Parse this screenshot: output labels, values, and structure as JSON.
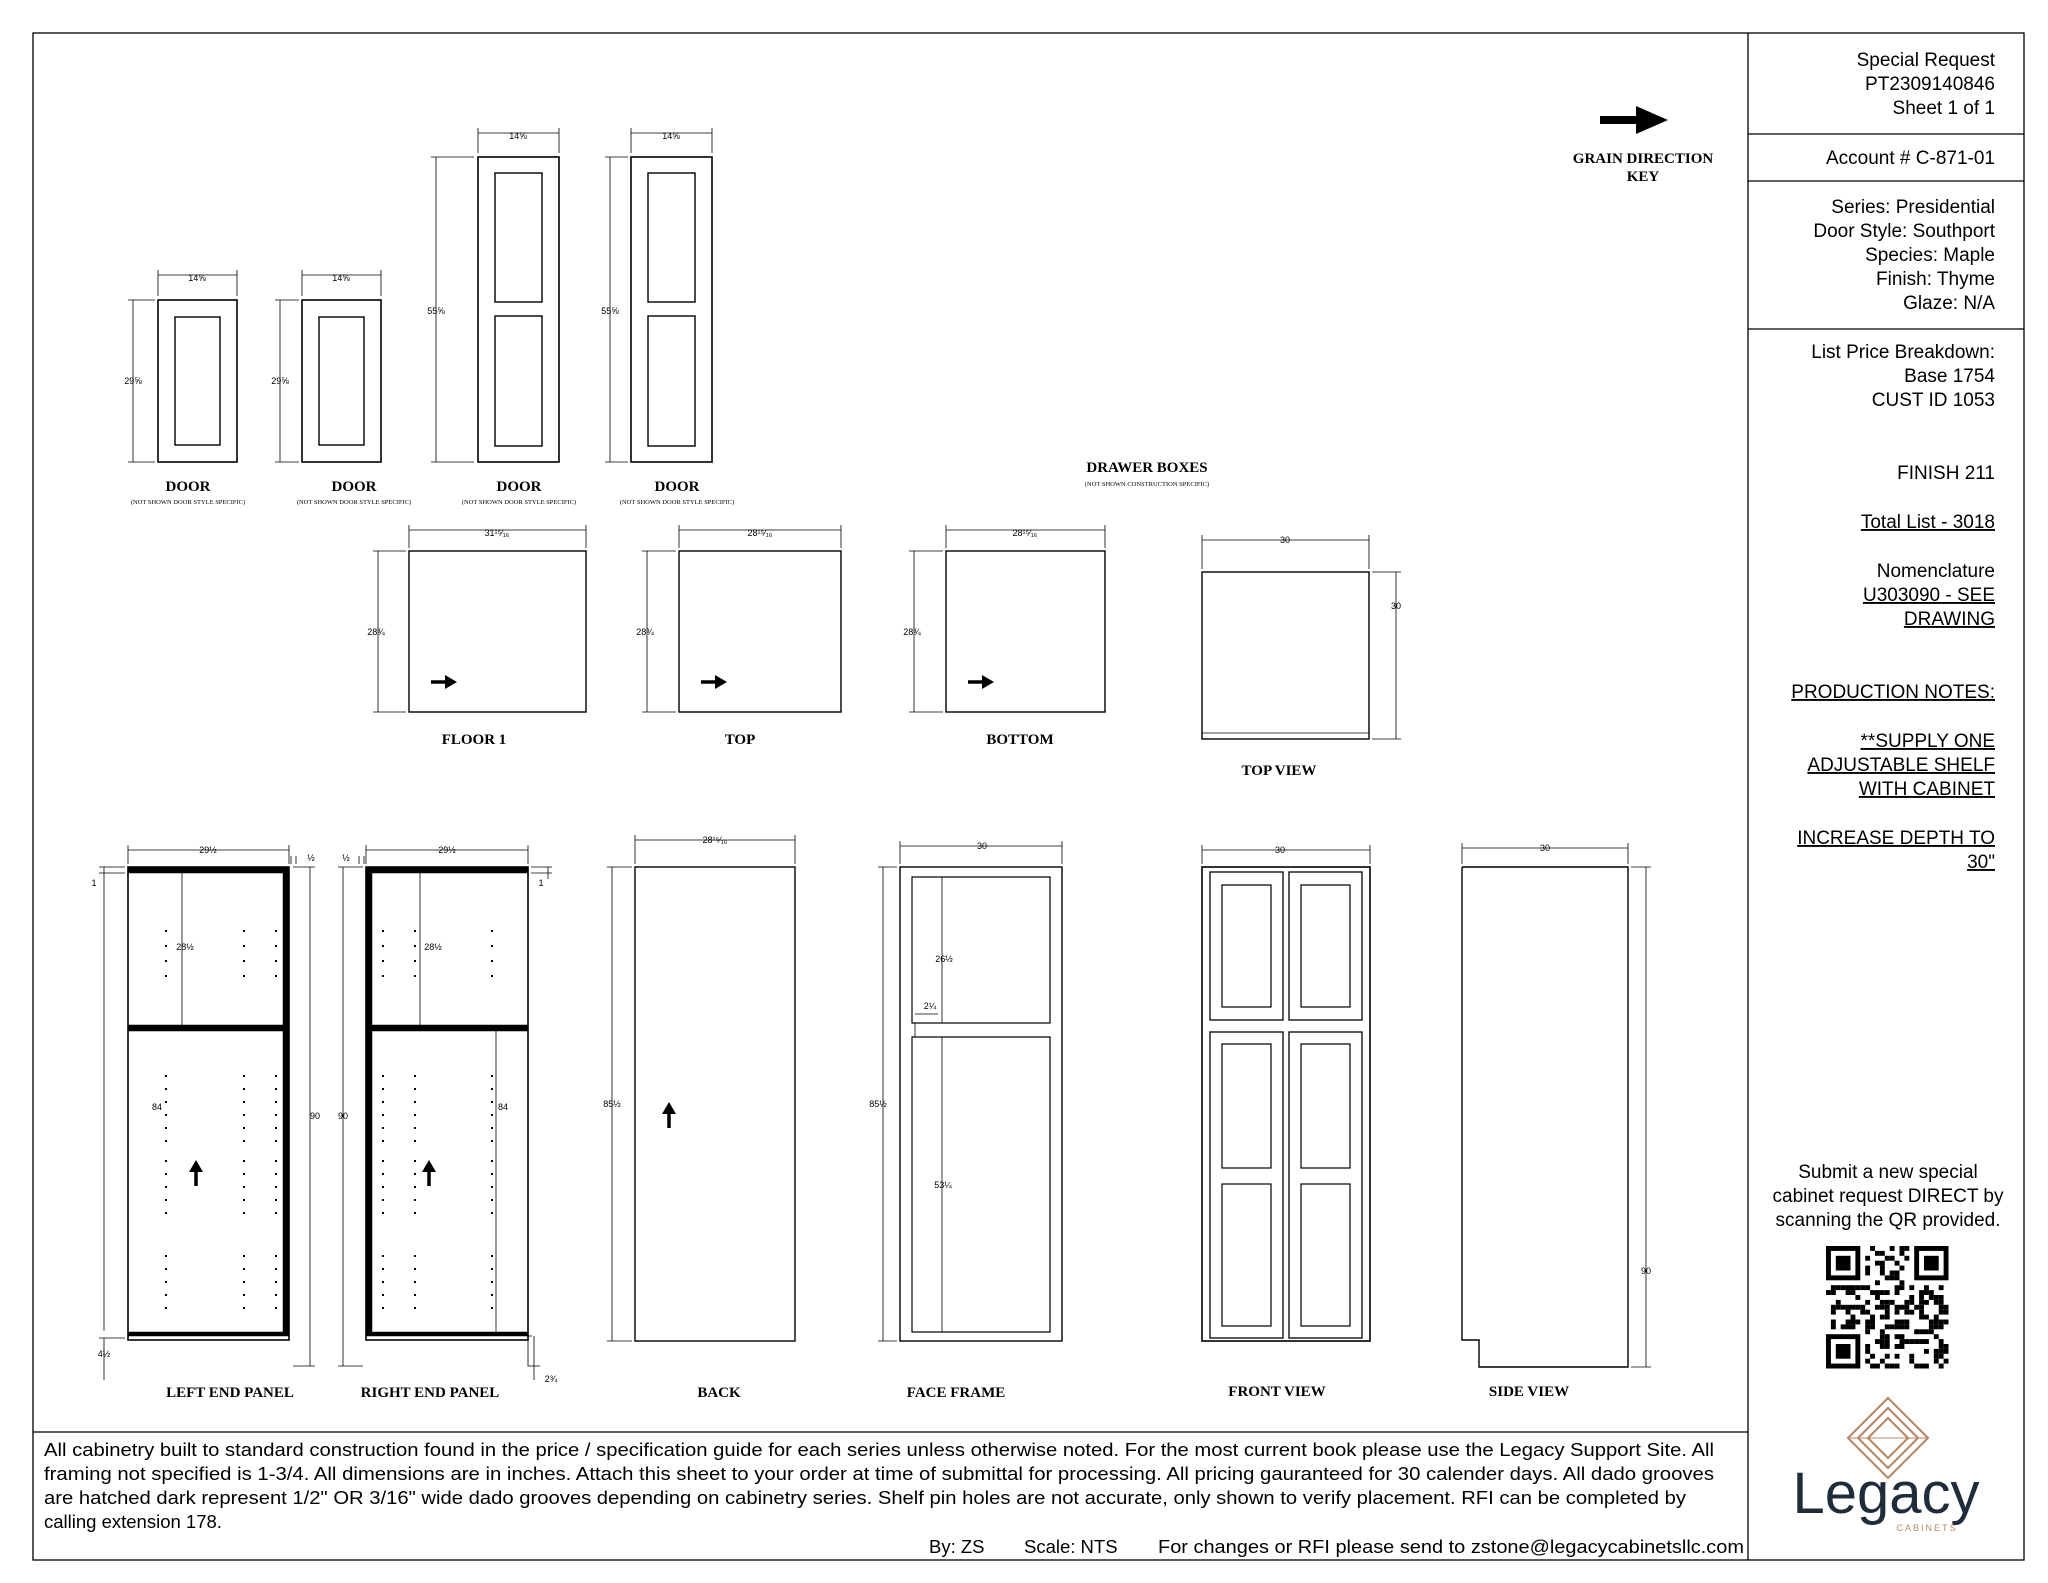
{
  "sidebar": {
    "header": [
      "Special Request",
      "PT2309140846",
      "Sheet 1 of 1"
    ],
    "account": "Account # C-871-01",
    "series": [
      "Series: Presidential",
      "Door Style: Southport",
      "Species: Maple",
      "Finish: Thyme",
      "Glaze: N/A"
    ],
    "price": [
      "List Price Breakdown:",
      "Base 1754",
      "CUST ID 1053"
    ],
    "finish": "FINISH 211",
    "total": "Total List - 3018",
    "nomen": [
      "Nomenclature",
      "U303090 - SEE",
      "DRAWING"
    ],
    "prod_title": "PRODUCTION NOTES:",
    "prod_note1": [
      "**SUPPLY ONE",
      "ADJUSTABLE SHELF",
      "WITH CABINET"
    ],
    "prod_note2": [
      "INCREASE DEPTH TO",
      "30\""
    ],
    "submit": [
      "Submit a new special",
      "cabinet request DIRECT by",
      "scanning the QR provided."
    ],
    "logo_word": "Legacy",
    "logo_sub": "CABINETS"
  },
  "footer": {
    "lines": [
      "All cabinetry built to standard construction found in the price / specification guide for each series unless otherwise noted. For the most current book please use the Legacy Support Site. All",
      "framing not specified is 1-3/4. All dimensions are in inches. Attach this sheet to your order at time of submittal for processing. All pricing gauranteed for 30 calender days. All dado grooves",
      "are hatched dark represent 1/2\" OR 3/16\" wide dado grooves depending on cabinetry series. Shelf pin holes are not accurate, only shown to verify placement. RFI can be completed by",
      "calling extension 178."
    ],
    "by": "By: ZS",
    "scale": "Scale: NTS",
    "contact": "For changes or RFI please send to zstone@legacycabinetsllc.com"
  },
  "drawing": {
    "grain_key": [
      "GRAIN DIRECTION",
      "KEY"
    ],
    "door_label": "DOOR",
    "door_note": "(NOT SHOWN DOOR STYLE SPECIFIC)",
    "drawer_title": "DRAWER BOXES",
    "drawer_note": "(NOT SHOWN CONSTRUCTION SPECIFIC)",
    "panel_labels": {
      "floor": "FLOOR 1",
      "top": "TOP",
      "bottom": "BOTTOM",
      "top_view": "TOP VIEW",
      "left_end": "LEFT END PANEL",
      "right_end": "RIGHT END PANEL",
      "back": "BACK",
      "face_frame": "FACE FRAME",
      "front_view": "FRONT VIEW",
      "side_view": "SIDE VIEW"
    },
    "dims": {
      "door_w": "14⅝",
      "door_h_short": "29⅝",
      "door_h_tall": "55⅝",
      "floor_w": "31¹⁵⁄₁₆",
      "top_w": "28¹⁵⁄₁₆",
      "bottom_w": "28¹⁵⁄₁₆",
      "panel_d": "28¾",
      "tv_w": "30",
      "tv_d": "30",
      "end_w": "29½",
      "half": "½",
      "one": "1",
      "upper": "28½",
      "lower": "84",
      "height": "90",
      "toe": "4½",
      "toe_r": "2¾",
      "back_w": "28¹⁵⁄₁₆",
      "back_h": "85½",
      "ff_w": "30",
      "ff_h": "85½",
      "ff_upper": "26½",
      "ff_rail": "2¼",
      "ff_lower": "53¼",
      "fv_w": "30",
      "sv_w": "30",
      "sv_h": "90"
    }
  }
}
